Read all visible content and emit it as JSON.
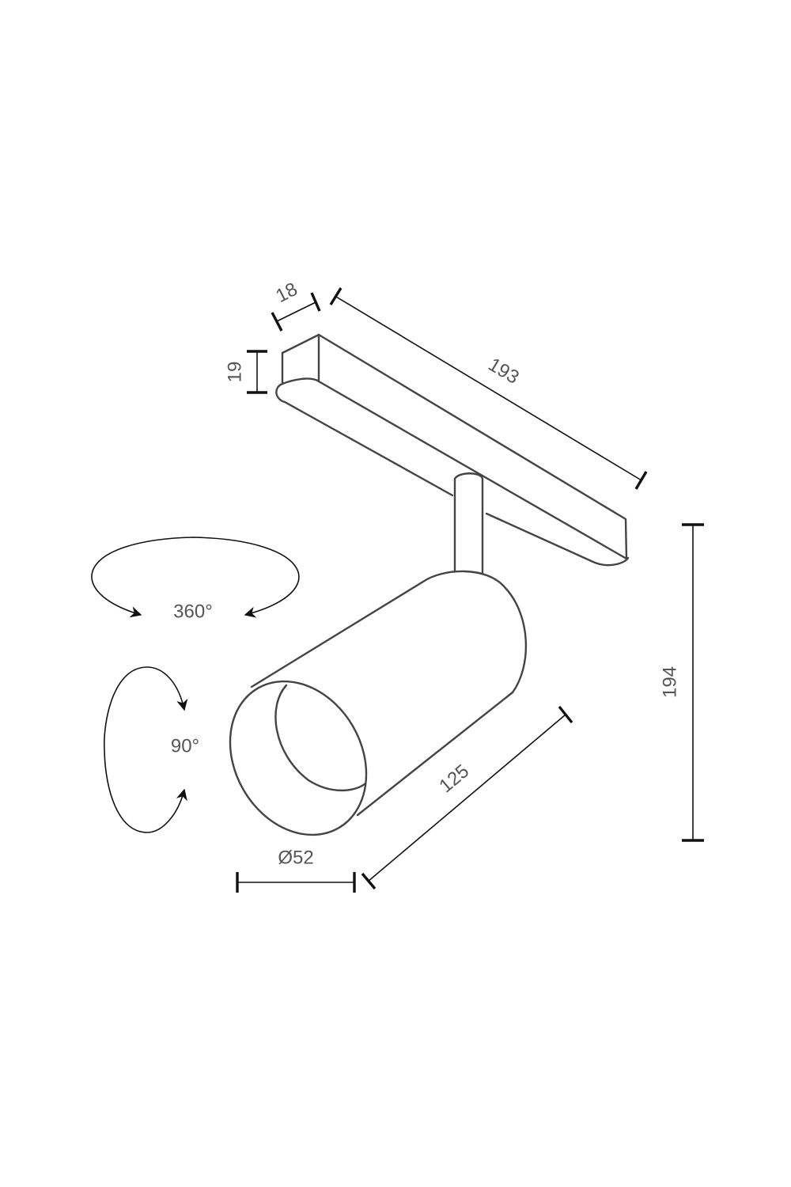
{
  "drawing": {
    "dimensions": {
      "track_width": "18",
      "track_height": "19",
      "track_length": "193",
      "total_height": "194",
      "head_length": "125",
      "head_diameter": "Ø52"
    },
    "rotation": {
      "horizontal": "360°",
      "vertical": "90°"
    }
  },
  "colors": {
    "outline": "#444444",
    "dimension": "#111111",
    "text": "#555555"
  }
}
